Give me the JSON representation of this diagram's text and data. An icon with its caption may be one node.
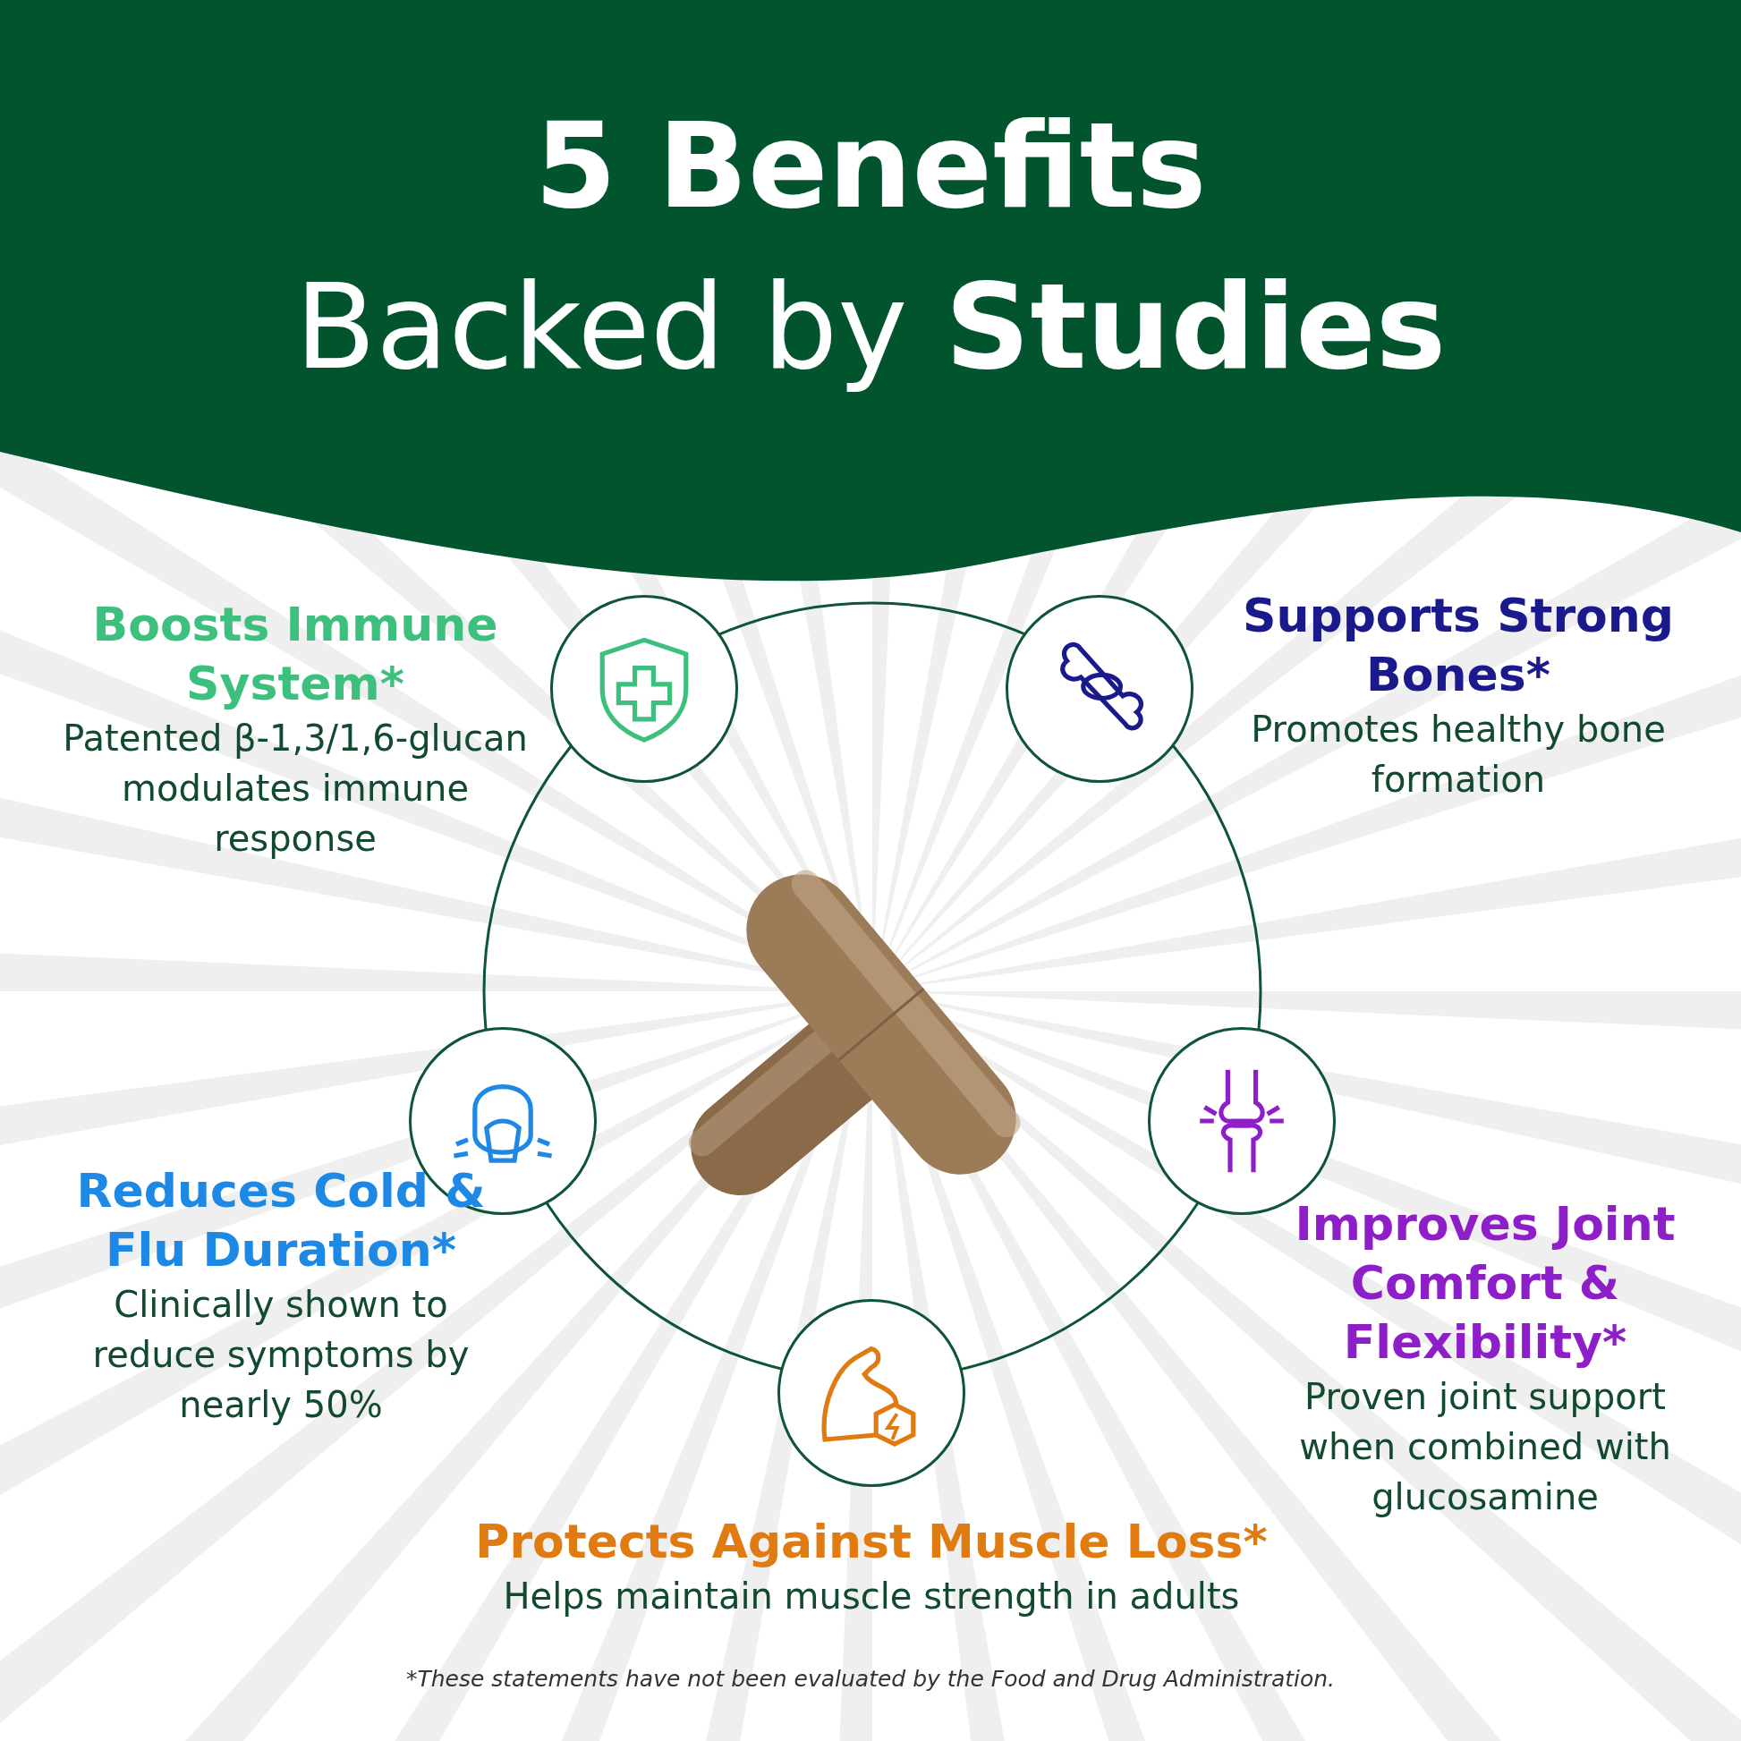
{
  "diagram": {
    "title": "**5 Benefits** Backed by **Studies**",
    "nodes": [
      {
        "text": [],
        "shape": "circle",
        "beside": [
          "Boosts Immune System*",
          "Patented β-1,3/1,6-glucan modulates immune response"
        ]
      },
      {
        "text": [],
        "shape": "circle",
        "beside": [
          "Supports Strong Bones*",
          "Promotes healthy bone formation"
        ]
      },
      {
        "text": [],
        "shape": "circle",
        "beside": [
          "Reduces Cold & Flu Duration*",
          "Clinically shown to reduce symptoms by nearly 50%"
        ]
      },
      {
        "text": [],
        "shape": "circle",
        "beside": [
          "Improves Joint Comfort & Flexibility*",
          "Proven joint support when combined with glucosamine"
        ]
      },
      {
        "text": [],
        "shape": "circle",
        "beside": [
          "Protects Against Muscle Loss*",
          "Helps maintain muscle strength in adults"
        ]
      }
    ],
    "labels": [
      "*These statements have not been evaluated by the Food and Drug Administration."
    ]
  }
}
